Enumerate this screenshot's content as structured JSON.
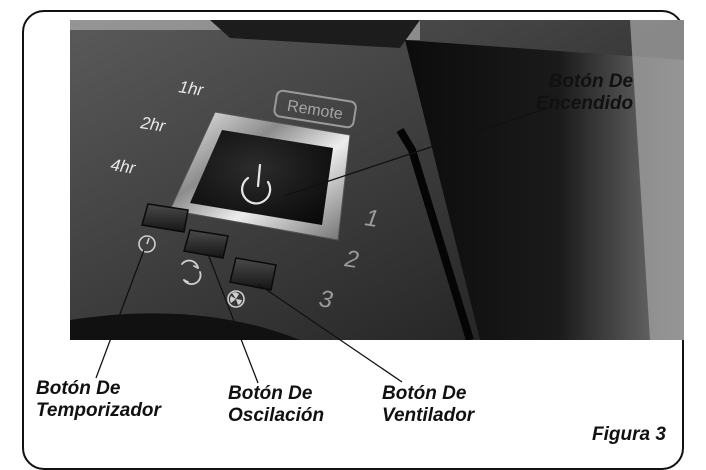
{
  "labels": {
    "power": [
      "Botón De",
      "Encendido"
    ],
    "timer": [
      "Botón De",
      "Temporizador"
    ],
    "oscillation": [
      "Botón De",
      "Oscilación"
    ],
    "fan": [
      "Botón De",
      "Ventilador"
    ]
  },
  "panel": {
    "timer_options": [
      "1hr",
      "2hr",
      "4hr"
    ],
    "speed_levels": [
      "1",
      "2",
      "3"
    ],
    "remote_badge": "Remote"
  },
  "caption": "Figura 3",
  "icons": [
    "power-icon",
    "timer-icon",
    "oscillation-icon",
    "fan-icon"
  ],
  "colors": {
    "panel": "#3a3a3a",
    "text": "#111111",
    "frame": "#111111"
  }
}
